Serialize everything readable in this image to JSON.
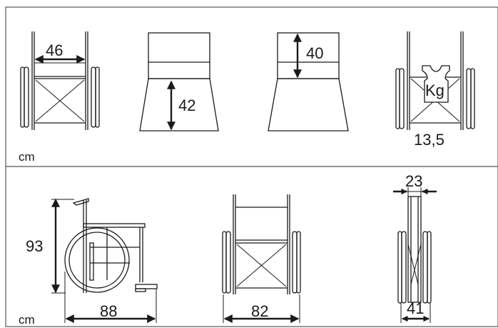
{
  "panels": {
    "top": {
      "unit": "cm",
      "seat_width": "46",
      "seat_height": "42",
      "backrest_height": "40",
      "weight_label": "Kg",
      "weight_value": "13,5"
    },
    "bottom": {
      "unit": "cm",
      "overall_height": "93",
      "overall_length": "88",
      "overall_width": "82",
      "folded_width": "23",
      "folded_width_base": "41"
    }
  }
}
